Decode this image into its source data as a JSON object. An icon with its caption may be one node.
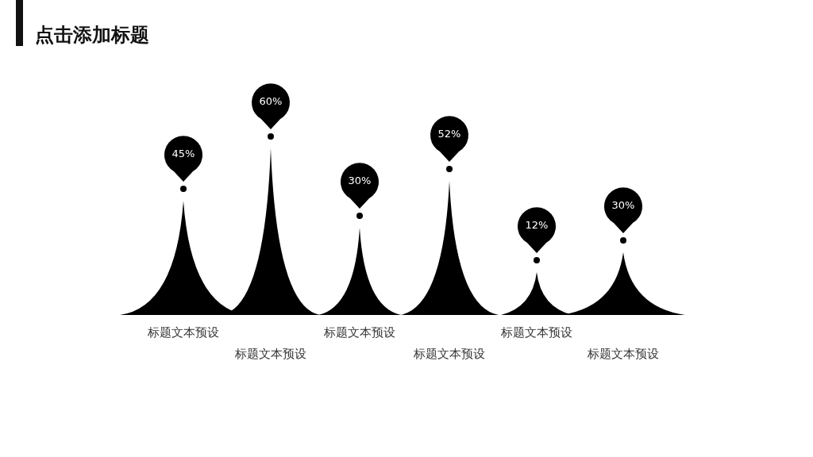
{
  "diagram": {
    "title": "点击添加标题",
    "labels": [
      "45%",
      "标题文本预设",
      "60%",
      "标题文本预设",
      "30%",
      "标题文本预设",
      "52%",
      "标题文本预设",
      "12%",
      "标题文本预设",
      "30%",
      "标题文本预设"
    ]
  }
}
